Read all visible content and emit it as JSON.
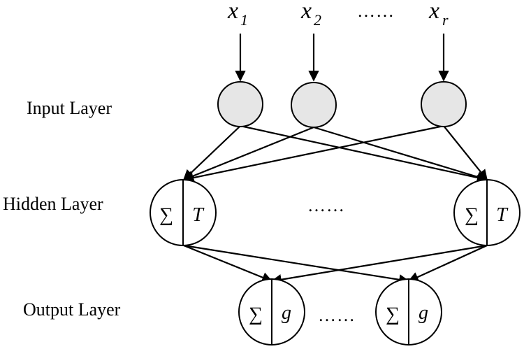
{
  "layers": {
    "input": "Input Layer",
    "hidden": "Hidden Layer",
    "output": "Output Layer"
  },
  "inputs": [
    {
      "base": "x",
      "sub": "1"
    },
    {
      "base": "x",
      "sub": "2"
    },
    {
      "base": "x",
      "sub": "r"
    }
  ],
  "ellipsis": "……",
  "hidden_node": {
    "sum": "∑",
    "activation": "T"
  },
  "output_node": {
    "sum": "∑",
    "activation": "g"
  },
  "colors": {
    "input_fill": "#e6e6e6",
    "stroke": "#000000"
  }
}
